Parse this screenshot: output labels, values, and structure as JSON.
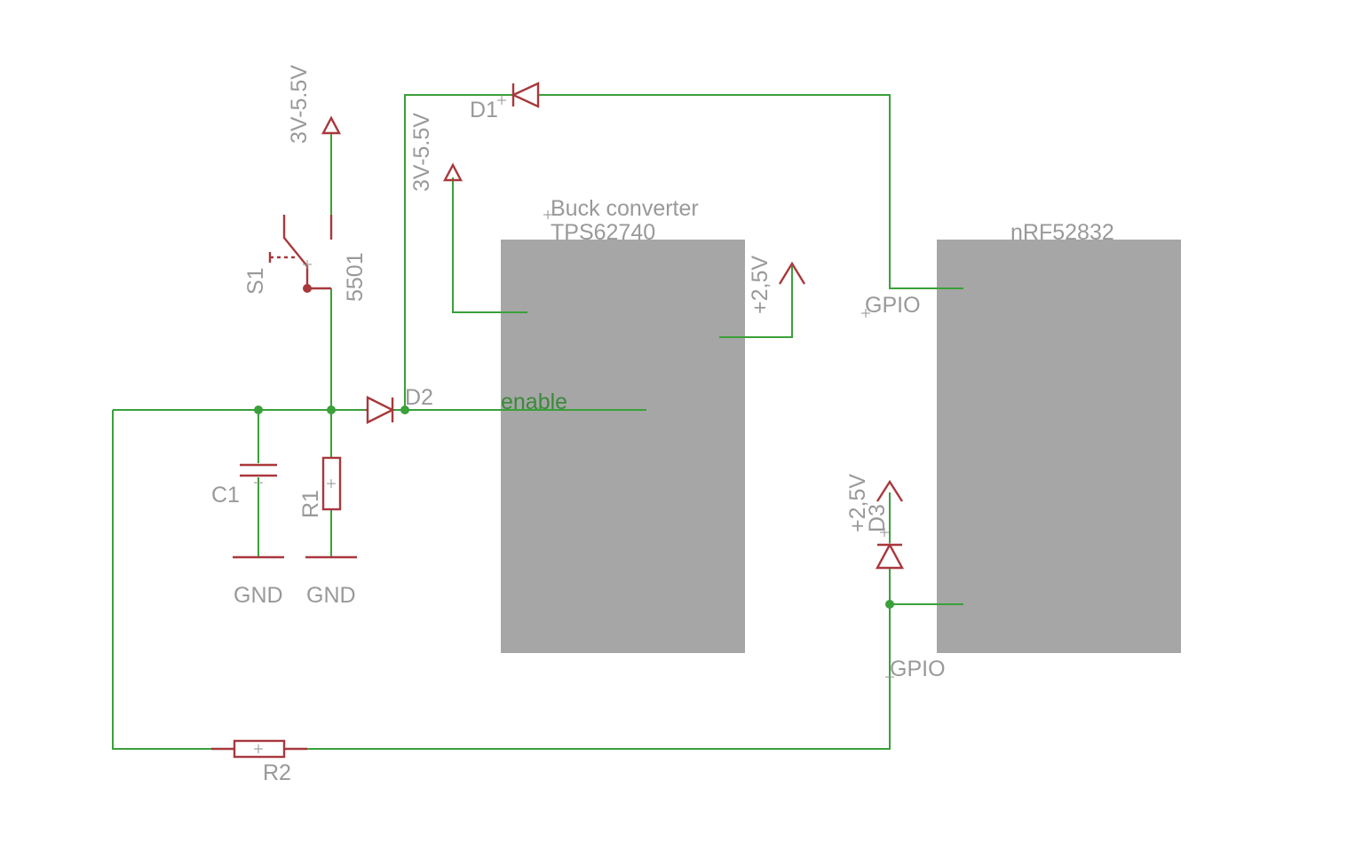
{
  "schematic": {
    "supply_labels": {
      "main": "3V-5.5V",
      "main2": "3V-5.5V",
      "out_buck": "+2,5V",
      "out_d3": "+2,5V"
    },
    "switch": {
      "ref": "S1",
      "value": "5501"
    },
    "capacitor": {
      "ref": "C1"
    },
    "resistors": {
      "r1": "R1",
      "r2": "R2"
    },
    "diodes": {
      "d1": "D1",
      "d2": "D2",
      "d3": "D3"
    },
    "grounds": {
      "g1": "GND",
      "g2": "GND"
    },
    "buck": {
      "title": "Buck converter",
      "part": "TPS62740",
      "enable_label": "enable"
    },
    "mcu": {
      "part": "nRF52832",
      "gpio1": "GPIO",
      "gpio2": "GPIO"
    }
  },
  "colors": {
    "wire": "#3aa03a",
    "symbol": "#a8383c",
    "label": "#999999",
    "block": "#a6a6a6",
    "junction": "#3aa03a"
  }
}
